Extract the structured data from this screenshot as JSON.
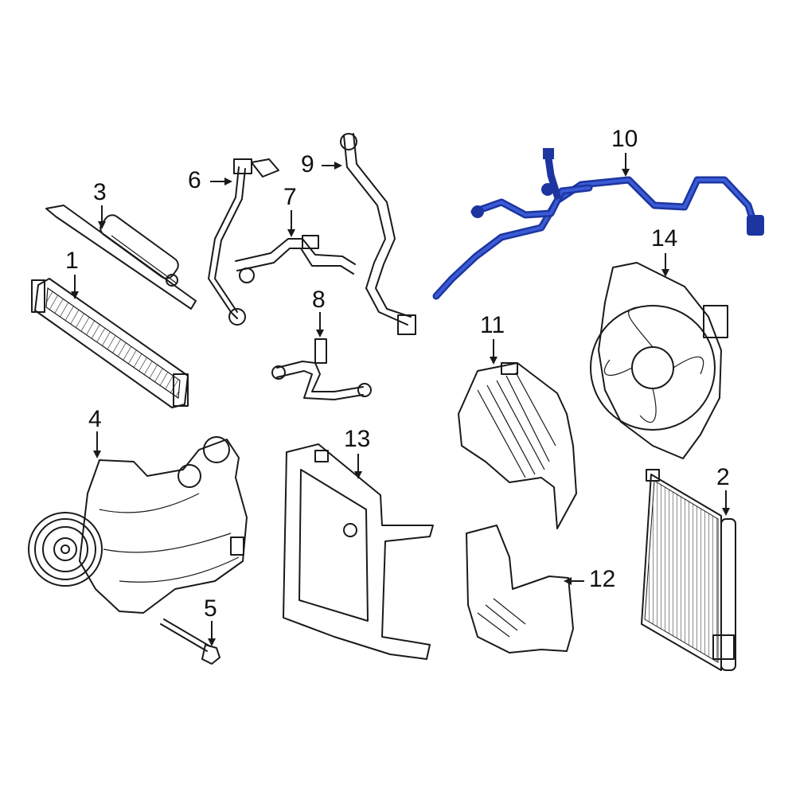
{
  "callouts": {
    "c1": "1",
    "c2": "2",
    "c3": "3",
    "c4": "4",
    "c5": "5",
    "c6": "6",
    "c7": "7",
    "c8": "8",
    "c9": "9",
    "c10": "10",
    "c11": "11",
    "c12": "12",
    "c13": "13",
    "c14": "14"
  },
  "colors": {
    "highlight": "#1d35a0",
    "line": "#1a1a1a",
    "background": "#ffffff"
  }
}
